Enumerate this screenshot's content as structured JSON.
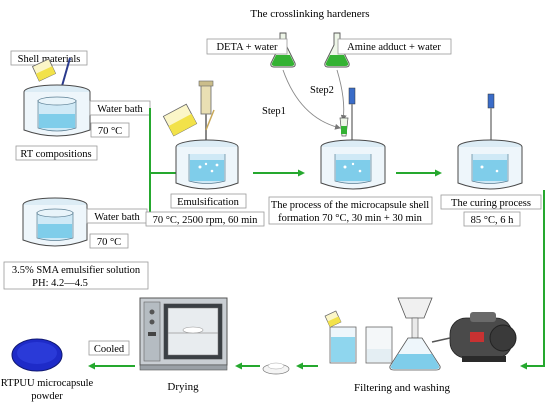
{
  "labels": {
    "hardeners_title": "The crosslinking hardeners",
    "deta_water": "DETA + water",
    "amine_water": "Amine adduct + water",
    "step1": "Step1",
    "step2": "Step2",
    "shell_materials": "Shell materials",
    "water_bath_1": "Water bath",
    "temp_1": "70 °C",
    "rt_compositions": "RT compositions",
    "water_bath_2": "Water bath",
    "temp_2": "70 °C",
    "sma_line1": "3.5% SMA emulsifier solution",
    "sma_line2": "PH: 4.2—4.5",
    "emulsification": "Emulsification",
    "emul_cond": "70 °C, 2500 rpm, 60 min",
    "shell_process_line1": "The process of the microcapsule shell",
    "shell_process_line2": "formation     70 °C, 30 min + 30 min",
    "curing": "The curing process",
    "curing_cond": "85 °C, 6 h",
    "filtering": "Filtering and washing",
    "drying": "Drying",
    "cooled": "Cooled",
    "product_line1": "RTPUU microcapsule",
    "product_line2": "powder"
  },
  "colors": {
    "arrow_green": "#25a82e",
    "flask_green": "#34b233",
    "liquid_blue": "#7fcdea",
    "powder_blue": "#1e2bc8",
    "yellow_liquid": "#f2e24a"
  },
  "icons": [
    "beaker-icon",
    "flask-icon",
    "stirrer-icon",
    "oven-icon",
    "vacuum-pump-icon",
    "funnel-icon",
    "petri-dish-icon"
  ]
}
